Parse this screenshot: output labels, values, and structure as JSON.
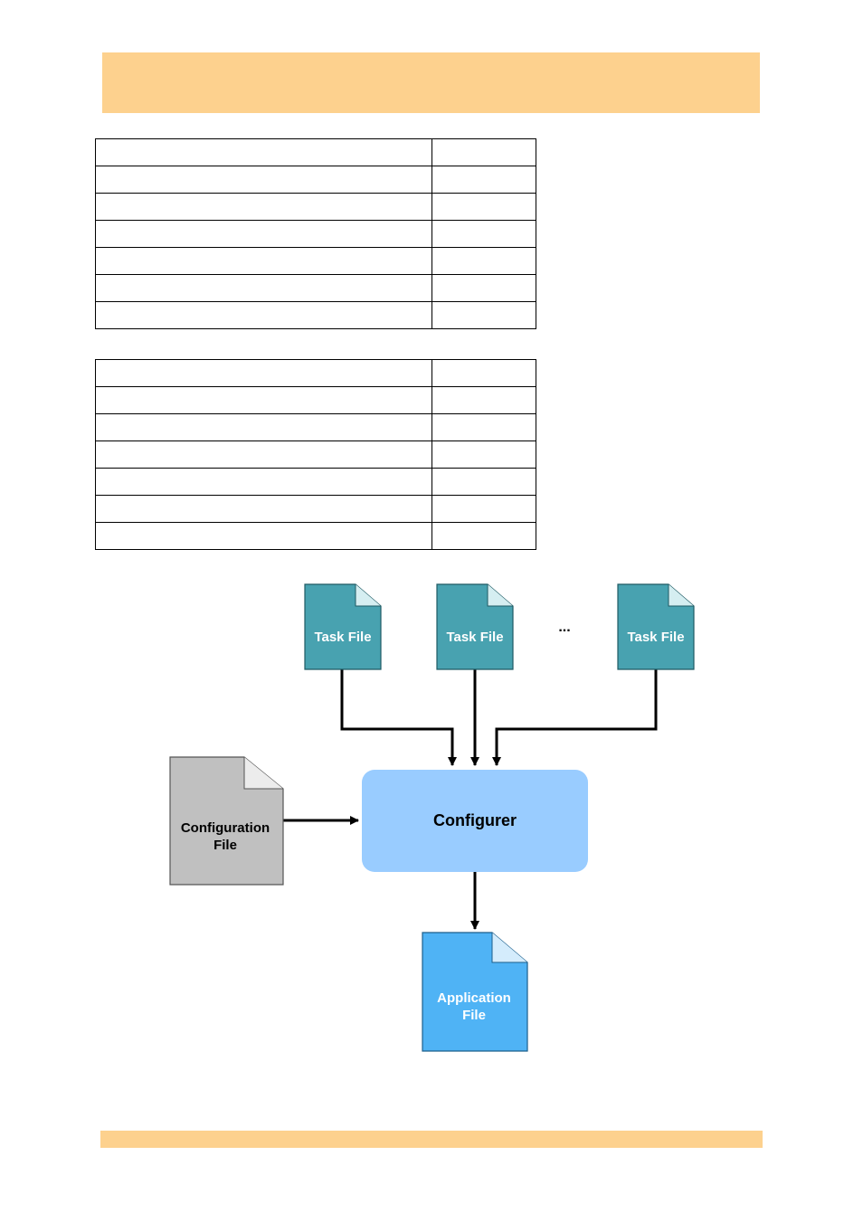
{
  "header": {
    "title": ""
  },
  "tables": [
    {
      "rows": [
        [
          "",
          ""
        ],
        [
          "",
          ""
        ],
        [
          "",
          ""
        ],
        [
          "",
          ""
        ],
        [
          "",
          ""
        ],
        [
          "",
          ""
        ],
        [
          "",
          ""
        ]
      ]
    },
    {
      "rows": [
        [
          "",
          ""
        ],
        [
          "",
          ""
        ],
        [
          "",
          ""
        ],
        [
          "",
          ""
        ],
        [
          "",
          ""
        ],
        [
          "",
          ""
        ],
        [
          "",
          ""
        ]
      ]
    }
  ],
  "diagram": {
    "task_files": [
      "Task File",
      "Task File",
      "Task File"
    ],
    "ellipsis": "...",
    "configuration_file": {
      "line1": "Configuration",
      "line2": "File"
    },
    "configurer": "Configurer",
    "application_file": {
      "line1": "Application",
      "line2": "File"
    },
    "colors": {
      "task_file": "#48a2b0",
      "configuration_file": "#c0c0c0",
      "configurer": "#99ccff",
      "application_file": "#4fb3f5",
      "band": "#fdd18e"
    }
  },
  "footer": {
    "text": ""
  }
}
